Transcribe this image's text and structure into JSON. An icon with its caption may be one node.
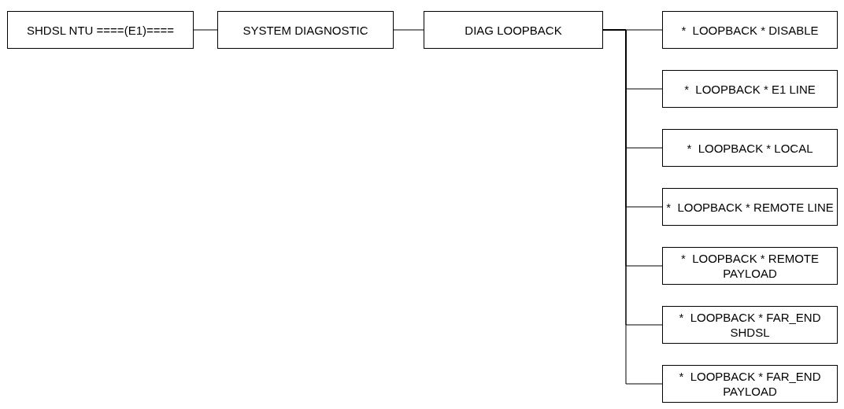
{
  "diagram": {
    "nodes": [
      {
        "text": [
          "SHDSL NTU ====(E1)===="
        ]
      },
      {
        "text": [
          "SYSTEM DIAGNOSTIC"
        ]
      },
      {
        "text": [
          "DIAG LOOPBACK"
        ]
      },
      {
        "text": [
          "*  LOOPBACK * DISABLE"
        ]
      },
      {
        "text": [
          "*  LOOPBACK * E1 LINE"
        ]
      },
      {
        "text": [
          "*  LOOPBACK * LOCAL"
        ]
      },
      {
        "text": [
          "*  LOOPBACK * REMOTE LINE"
        ]
      },
      {
        "text": [
          "*  LOOPBACK * REMOTE PAYLOAD"
        ]
      },
      {
        "text": [
          "*  LOOPBACK * FAR_END SHDSL"
        ]
      },
      {
        "text": [
          "*  LOOPBACK * FAR_END PAYLOAD"
        ]
      }
    ],
    "edges": [
      {
        "from": 0,
        "to": 1,
        "arrow": "none"
      },
      {
        "from": 1,
        "to": 2,
        "arrow": "none"
      },
      {
        "from": 2,
        "to": 3,
        "arrow": "none"
      },
      {
        "from": 2,
        "to": 4,
        "arrow": "none"
      },
      {
        "from": 2,
        "to": 5,
        "arrow": "none"
      },
      {
        "from": 2,
        "to": 6,
        "arrow": "none"
      },
      {
        "from": 2,
        "to": 7,
        "arrow": "none"
      },
      {
        "from": 2,
        "to": 8,
        "arrow": "none"
      },
      {
        "from": 2,
        "to": 9,
        "arrow": "none"
      }
    ]
  }
}
